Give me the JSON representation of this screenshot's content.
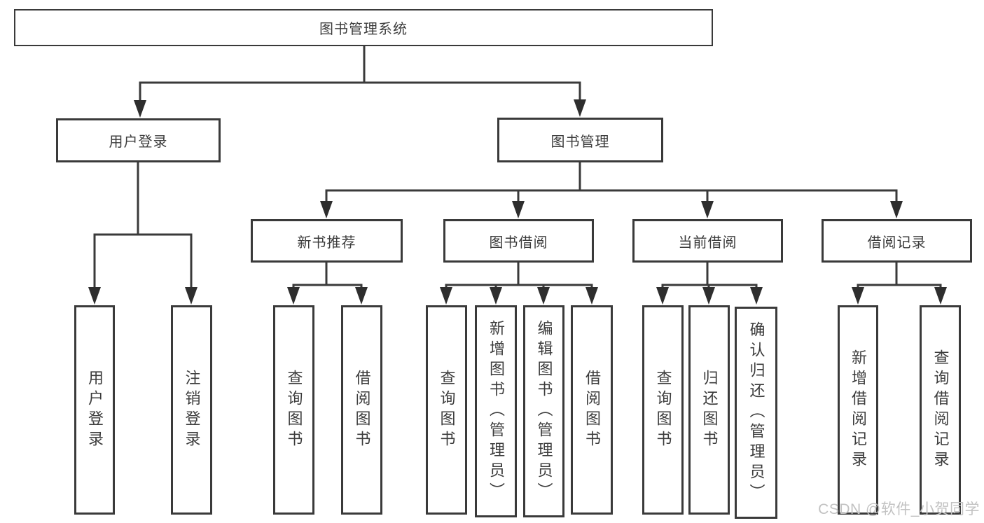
{
  "tree": {
    "root": {
      "label": "图书管理系统"
    },
    "branches": [
      {
        "label": "用户登录",
        "children": [
          {
            "label": "用户登录"
          },
          {
            "label": "注销登录"
          }
        ]
      },
      {
        "label": "图书管理",
        "children": [
          {
            "label": "新书推荐",
            "children": [
              {
                "label": "查询图书"
              },
              {
                "label": "借阅图书"
              }
            ]
          },
          {
            "label": "图书借阅",
            "children": [
              {
                "label": "查询图书"
              },
              {
                "label": "新增图书（管理员）"
              },
              {
                "label": "编辑图书（管理员）"
              },
              {
                "label": "借阅图书"
              }
            ]
          },
          {
            "label": "当前借阅",
            "children": [
              {
                "label": "查询图书"
              },
              {
                "label": "归还图书"
              },
              {
                "label": "确认归还（管理员）"
              }
            ]
          },
          {
            "label": "借阅记录",
            "children": [
              {
                "label": "新增借阅记录"
              },
              {
                "label": "查询借阅记录"
              }
            ]
          }
        ]
      }
    ]
  },
  "watermark": {
    "text": "CSDN @软件_小贺同学"
  },
  "colors": {
    "line": "#3a3a3a",
    "box_border": "#3a3a3a",
    "text": "#3c3c3c",
    "background": "#ffffff",
    "watermark": "#c2c2c2"
  }
}
